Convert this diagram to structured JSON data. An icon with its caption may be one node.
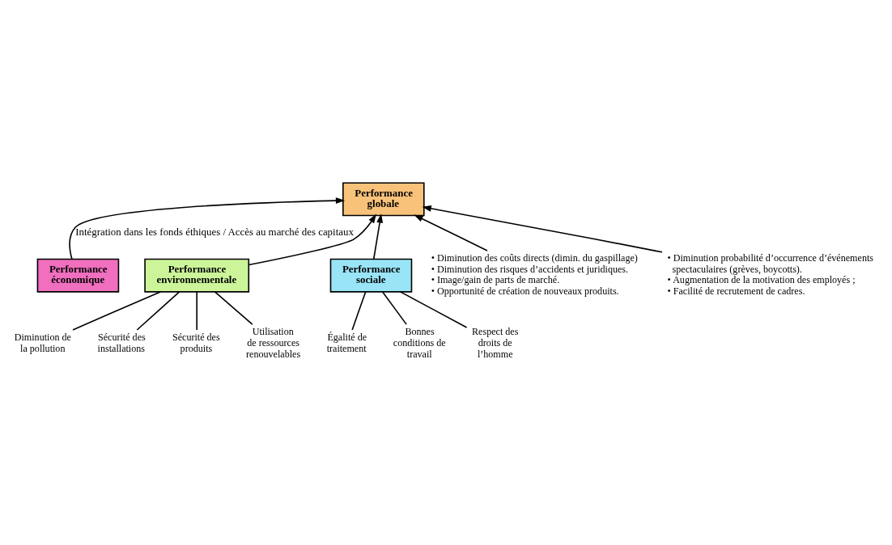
{
  "diagram": {
    "nodes": [
      {
        "text": [
          "Performance globale"
        ]
      },
      {
        "text": [
          "Performance économique"
        ]
      },
      {
        "text": [
          "Performance environnementale"
        ]
      },
      {
        "text": [
          "Performance sociale"
        ]
      },
      {
        "text": [
          "Diminution de la pollution"
        ]
      },
      {
        "text": [
          "Sécurité des installations"
        ]
      },
      {
        "text": [
          "Sécurité des produits"
        ]
      },
      {
        "text": [
          "Utilisation de ressources renouvelables"
        ]
      },
      {
        "text": [
          "Égalité de traitement"
        ]
      },
      {
        "text": [
          "Bonnes conditions de travail"
        ]
      },
      {
        "text": [
          "Respect des droits de l’homme"
        ]
      },
      {
        "text": [
          "• Diminution des coûts directs (dimin. du gaspillage)",
          "• Diminution des risques d’accidents et juridiques.",
          "• Image/gain de parts de marché.",
          "• Opportunité de création de nouveaux produits."
        ]
      },
      {
        "text": [
          "• Diminution probabilité d’occurrence d’événements spectaculaires (grèves, boycotts).",
          "• Augmentation de la motivation des employés ;",
          "• Facilité de recrutement de cadres."
        ]
      }
    ],
    "edges": [
      {
        "from": 1,
        "to": 0,
        "arrow": "to",
        "label": "Intégration dans les fonds éthiques / Accès au marché des capitaux"
      },
      {
        "from": 2,
        "to": 0,
        "arrow": "to"
      },
      {
        "from": 3,
        "to": 0,
        "arrow": "to"
      },
      {
        "from": 11,
        "to": 0,
        "arrow": "to"
      },
      {
        "from": 12,
        "to": 0,
        "arrow": "to"
      },
      {
        "from": 2,
        "to": 4,
        "arrow": "none"
      },
      {
        "from": 2,
        "to": 5,
        "arrow": "none"
      },
      {
        "from": 2,
        "to": 6,
        "arrow": "none"
      },
      {
        "from": 2,
        "to": 7,
        "arrow": "none"
      },
      {
        "from": 3,
        "to": 8,
        "arrow": "none"
      },
      {
        "from": 3,
        "to": 9,
        "arrow": "none"
      },
      {
        "from": 3,
        "to": 10,
        "arrow": "none"
      }
    ]
  }
}
